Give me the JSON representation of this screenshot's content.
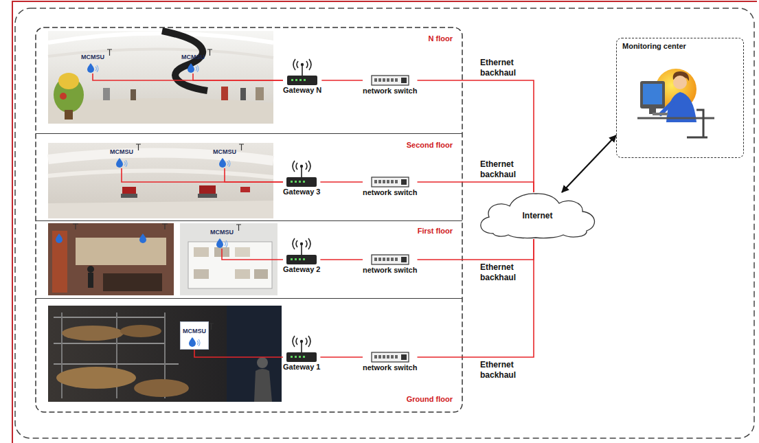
{
  "diagram": {
    "nodes": [
      {
        "text": [
          "N floor"
        ]
      },
      {
        "text": [
          "MCMSU"
        ],
        "in": 0
      },
      {
        "text": [
          "MCMSU"
        ],
        "in": 0
      },
      {
        "text": [
          "Gateway N"
        ],
        "in": 0
      },
      {
        "text": [
          "network switch"
        ],
        "in": 0
      },
      {
        "text": [
          "Second floor"
        ]
      },
      {
        "text": [
          "MCMSU"
        ],
        "in": 5
      },
      {
        "text": [
          "MCMSU"
        ],
        "in": 5
      },
      {
        "text": [
          "Gateway 3"
        ],
        "in": 5
      },
      {
        "text": [
          "network switch"
        ],
        "in": 5
      },
      {
        "text": [
          "First floor"
        ]
      },
      {
        "text": [
          "MCMSU"
        ],
        "in": 10
      },
      {
        "text": [
          "Gateway 2"
        ],
        "in": 10
      },
      {
        "text": [
          "network switch"
        ],
        "in": 10
      },
      {
        "text": [
          "Ground floor"
        ]
      },
      {
        "text": [
          "MCMSU"
        ],
        "in": 14
      },
      {
        "text": [
          "Gateway 1"
        ],
        "in": 14
      },
      {
        "text": [
          "network switch"
        ],
        "in": 14
      },
      {
        "text": [
          "Internet"
        ]
      },
      {
        "text": [
          "Monitoring center"
        ]
      }
    ],
    "edges": [
      {
        "from": 1,
        "to": 3,
        "arrow": "none"
      },
      {
        "from": 2,
        "to": 3,
        "arrow": "none"
      },
      {
        "from": 3,
        "to": 4,
        "arrow": "none"
      },
      {
        "from": 4,
        "to": 18,
        "label": "Ethernet backhaul",
        "arrow": "none"
      },
      {
        "from": 6,
        "to": 8,
        "arrow": "none"
      },
      {
        "from": 7,
        "to": 8,
        "arrow": "none"
      },
      {
        "from": 8,
        "to": 9,
        "arrow": "none"
      },
      {
        "from": 9,
        "to": 18,
        "label": "Ethernet backhaul",
        "arrow": "none"
      },
      {
        "from": 11,
        "to": 12,
        "arrow": "none"
      },
      {
        "from": 12,
        "to": 13,
        "arrow": "none"
      },
      {
        "from": 13,
        "to": 18,
        "label": "Ethernet backhaul",
        "arrow": "none"
      },
      {
        "from": 15,
        "to": 16,
        "arrow": "none"
      },
      {
        "from": 16,
        "to": 17,
        "arrow": "none"
      },
      {
        "from": 17,
        "to": 18,
        "label": "Ethernet backhaul",
        "arrow": "none"
      },
      {
        "from": 18,
        "to": 19,
        "arrow": "both"
      }
    ]
  }
}
